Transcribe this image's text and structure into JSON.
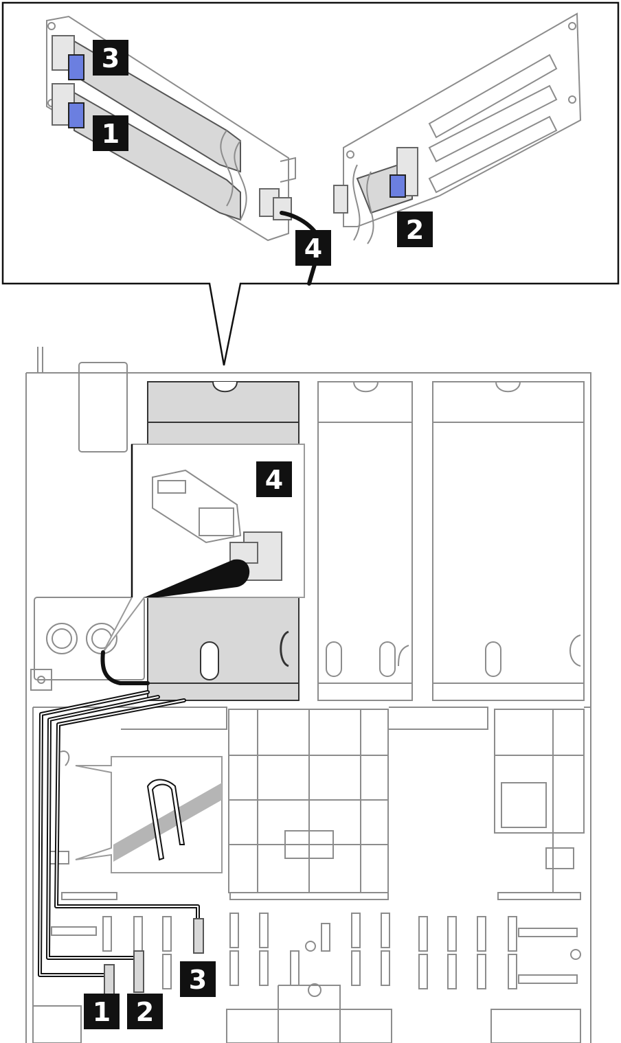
{
  "callouts": {
    "top_3": "3",
    "top_1": "1",
    "top_2": "2",
    "top_4": "4",
    "mid_4": "4",
    "bottom_1": "1",
    "bottom_2": "2",
    "bottom_3": "3"
  },
  "colors": {
    "callout_bg": "#111111",
    "latch_blue": "#6b7fe0",
    "cable": "#111111",
    "part_grey": "#d8d8d8"
  }
}
